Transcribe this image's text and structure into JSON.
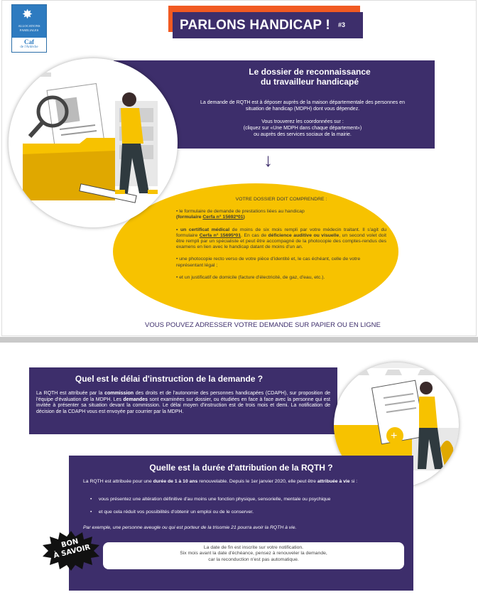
{
  "logo": {
    "line1": "ALLOCATIONS",
    "line2": "FAMILIALES",
    "caf": "Caf",
    "region": "de l'Ardèche"
  },
  "title": {
    "text": "PARLONS HANDICAP !",
    "number": "#3"
  },
  "dossier": {
    "heading_line1": "Le dossier de reconnaissance",
    "heading_line2": "du travailleur handicapé",
    "para1_line1": "La demande de RQTH est à déposer auprès de la maison départementale des personnes en",
    "para1_line2": "situation de handicap (MDPH) dont vous dépendez.",
    "para2_line1": "Vous trouverez les coordonnées sur :",
    "para2_line2": "(cliquez sur «Une MDPH dans chaque département»)",
    "para2_line3": "ou auprès des services sociaux de la mairie."
  },
  "arrow": "↓",
  "contents": {
    "heading": "VOTRE DOSSIER DOIT COMPRENDRE :",
    "item1_a": "• le formulaire de demande de prestations liées au handicap",
    "item1_b": "(formulaire ",
    "item1_link": "Cerfa n° 15692*01",
    "item1_c": ")",
    "item2_a": "• un certificat médical",
    "item2_b": " de moins de six mois rempli par votre médecin traitant. Il s'agit du formulaire ",
    "item2_link": "Cerfa n° 15695*01",
    "item2_c": ". En cas de ",
    "item2_d": "déficience auditive ou visuelle",
    "item2_e": ", un second volet doit être rempli par un spécialiste et peut être accompagné de la photocopie des comptes-rendus des examens en lien avec le handicap datant de moins d'un an.",
    "item3": "• une photocopie recto verso de votre pièce d'identité et, le cas échéant, celle de votre représentant légal ;",
    "item4": "• et un justificatif de domicile (facture d'électricité, de gaz, d'eau, etc.)."
  },
  "online": "VOUS POUVEZ ADRESSER VOTRE DEMANDE SUR PAPIER OU EN LIGNE",
  "delai": {
    "heading": "Quel est le délai d'instruction de la demande ?",
    "p_a": "La RQTH est attribuée par la ",
    "p_b": "commission",
    "p_c": " des droits et de l'autonomie des personnes handicapées (CDAPH), sur proposition de l'équipe d'évaluation de la MDPH. Les ",
    "p_d": "demandes",
    "p_e": " sont examinées sur dossier, ou étudiées en face à face avec la personne qui est invitée à présenter sa situation devant la commission. Le délai moyen d'instruction est de trois mois et demi. La notification de décision de la CDAPH vous est envoyée par courrier par la MDPH."
  },
  "duree": {
    "heading": "Quelle est la durée d'attribution de la RQTH ?",
    "p1_a": "La RQTH est attribuée pour une ",
    "p1_b": "durée de 1 à 10 ans",
    "p1_c": " renouvelable. Depuis le 1er janvier 2020, elle peut être ",
    "p1_d": "attribuée à vie",
    "p1_e": " si :",
    "bullet1": "vous présentez une altération définitive d'au moins une fonction physique, sensorielle, mentale ou psychique",
    "bullet2": "et que cela réduit vos possibilités d'obtenir un emploi ou de le conserver.",
    "example": "Par exemple, une personne aveugle ou qui est porteur de la trisomie 21 pourra avoir la RQTH à vie."
  },
  "notice": {
    "line1": "La date de fin est inscrite sur votre notification.",
    "line2": "Six mois avant la date d'échéance, pensez à renouveler la demande,",
    "line3": "car la reconduction n'est pas automatique."
  },
  "badge": {
    "line1": "BON",
    "line2": "À SAVOIR"
  },
  "colors": {
    "purple": "#3d2e6b",
    "orange": "#f15a22",
    "yellow": "#f7c200",
    "caf_blue": "#2e7bc0"
  }
}
